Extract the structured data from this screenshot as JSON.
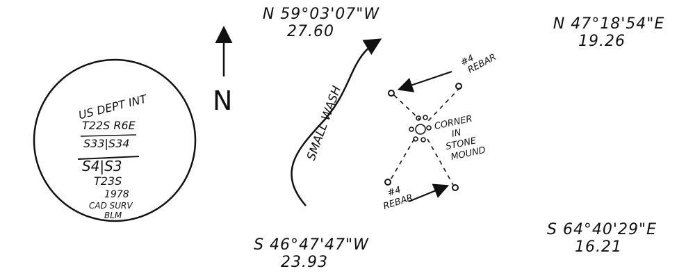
{
  "north_label": "N",
  "bearings": {
    "nw": {
      "bearing": "N 59°03'07\"W",
      "distance": "27.60"
    },
    "ne": {
      "bearing": "N 47°18'54\"E",
      "distance": "19.26"
    },
    "sw": {
      "bearing": "S 46°47'47\"W",
      "distance": "23.93"
    },
    "se": {
      "bearing": "S 64°40'29\"E",
      "distance": "16.21"
    }
  },
  "cap": {
    "lines": [
      "US DEPT INT",
      "T22S R6E",
      "S33|S34",
      "S4|S3",
      "T23S",
      "1978",
      "CAD SURV",
      "BLM"
    ]
  },
  "wash_label": "SMALL WASH",
  "corner_label": [
    "CORNER",
    "IN",
    "STONE",
    "MOUND"
  ],
  "rebar_ne": [
    "#4",
    "REBAR"
  ],
  "rebar_sw": [
    "#4",
    "REBAR"
  ]
}
